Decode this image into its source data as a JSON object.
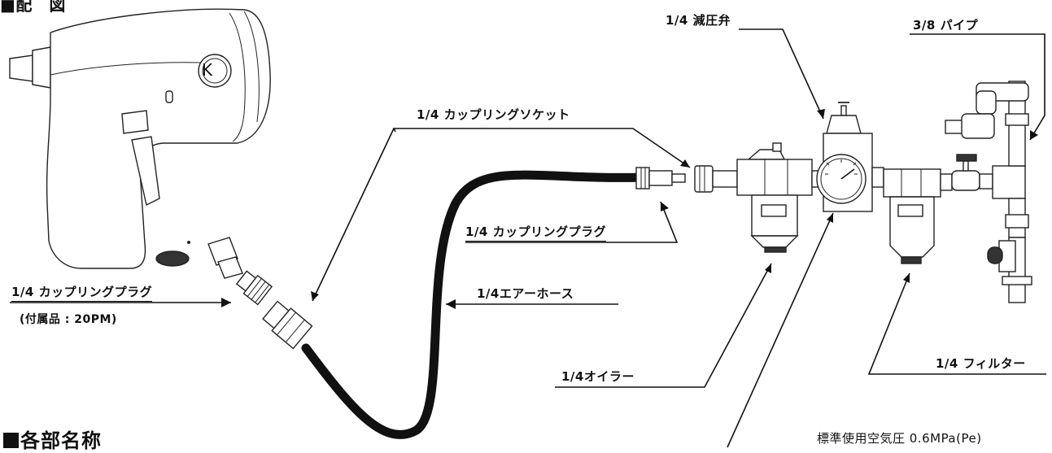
{
  "top_heading_fragment": "■配　図",
  "labels": {
    "reducing_valve": "1/4 減圧弁",
    "pipe": "3/8 パイプ",
    "coupling_socket": "1/4 カップリングソケット",
    "coupling_plug_middle": "1/4 カップリングプラグ",
    "coupling_plug_left": "1/4 カップリングプラグ",
    "accessory_note": "(付属品 : 20PM)",
    "air_hose": "1/4エアーホース",
    "oiler": "1/4オイラー",
    "filter": "1/4 フィルター"
  },
  "section_heading": "各部名称",
  "pressure_note": "標準使用空気圧 0.6MPa(Pe)",
  "logo_letter": "K"
}
